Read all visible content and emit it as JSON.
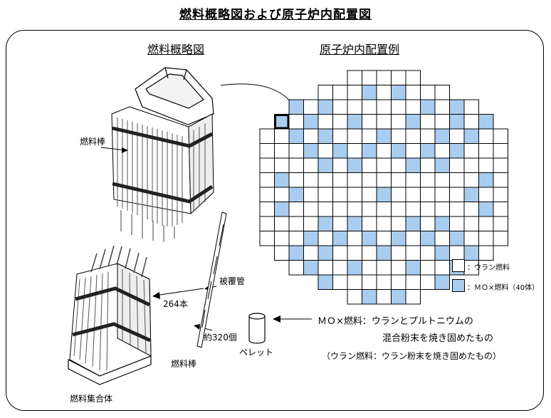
{
  "title": "燃料概略図および原子炉内配置図",
  "left_section_title": "燃料概略図",
  "right_section_title": "原子炉内配置例",
  "labels": {
    "fuel_rod_top": "燃料棒",
    "cladding": "被覆管",
    "count_264": "264本",
    "count_320": "約320個",
    "pellet": "ペレット",
    "fuel_rod_bottom": "燃料棒",
    "assembly": "燃料集合体"
  },
  "legend": {
    "uranium": "：ウラン燃料",
    "mox": "：ＭＯ×燃料（40体）"
  },
  "notes": {
    "mox_line1": "ＭＯ×燃料：ウランとプルトニウムの",
    "mox_line2": "混合粉末を焼き固めたもの",
    "uranium_note": "（ウラン燃料：ウラン粉末を焼き固めたもの）"
  },
  "colors": {
    "mox_fill": "#a9cdef",
    "uranium_fill": "#ffffff",
    "line": "#000000"
  },
  "core_map": {
    "rows": [
      {
        "start": 6,
        "end": 10,
        "mox": []
      },
      {
        "start": 4,
        "end": 12,
        "mox": [
          7,
          9
        ]
      },
      {
        "start": 2,
        "end": 14,
        "mox": [
          2,
          4,
          11,
          13
        ]
      },
      {
        "start": 1,
        "end": 15,
        "mox": [
          1,
          3,
          6,
          10,
          13,
          15
        ]
      },
      {
        "start": 0,
        "end": 16,
        "mox": [
          2,
          4,
          8,
          12,
          14
        ]
      },
      {
        "start": 0,
        "end": 16,
        "mox": [
          3,
          5,
          7,
          9,
          11,
          13
        ]
      },
      {
        "start": 0,
        "end": 16,
        "mox": [
          4,
          6,
          10,
          12
        ]
      },
      {
        "start": 0,
        "end": 16,
        "mox": [
          1,
          15
        ]
      },
      {
        "start": 0,
        "end": 16,
        "mox": [
          2,
          8,
          14
        ]
      },
      {
        "start": 0,
        "end": 16,
        "mox": [
          1,
          15
        ]
      },
      {
        "start": 0,
        "end": 16,
        "mox": [
          4,
          6,
          10,
          12
        ]
      },
      {
        "start": 0,
        "end": 16,
        "mox": [
          3,
          5,
          7,
          9,
          11,
          13
        ]
      },
      {
        "start": 1,
        "end": 15,
        "mox": [
          2,
          4,
          8,
          12,
          14
        ]
      },
      {
        "start": 2,
        "end": 14,
        "mox": [
          3,
          6,
          10,
          13
        ]
      },
      {
        "start": 4,
        "end": 12,
        "mox": [
          4,
          12
        ]
      },
      {
        "start": 6,
        "end": 10,
        "mox": [
          7,
          9
        ]
      }
    ],
    "highlighted_cell": {
      "row": 3,
      "col": 1
    }
  }
}
